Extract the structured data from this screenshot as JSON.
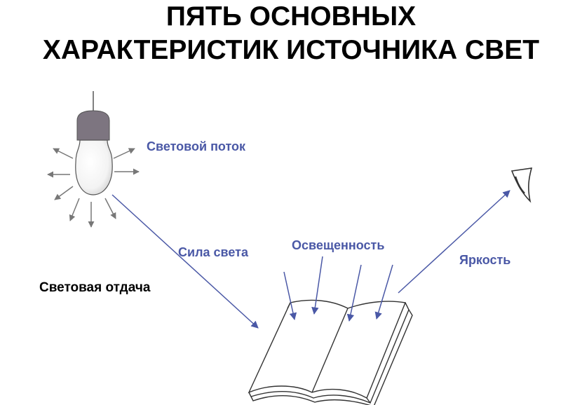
{
  "title": {
    "line1": "ПЯТЬ ОСНОВНЫХ",
    "line2": "ХАРАКТЕРИСТИК ИСТОЧНИКА СВЕТ"
  },
  "labels": {
    "luminous_flux": "Световой поток",
    "luminous_intensity": "Сила света",
    "illuminance": "Освещенность",
    "luminance": "Яркость",
    "luminous_efficacy": "Световая отдача"
  },
  "colors": {
    "accent_blue": "#4a58a6",
    "ray_gray": "#777777",
    "bulb_cap": "#7d7580"
  },
  "icons": [
    "light-bulb-icon",
    "open-book-icon",
    "eye-icon"
  ]
}
